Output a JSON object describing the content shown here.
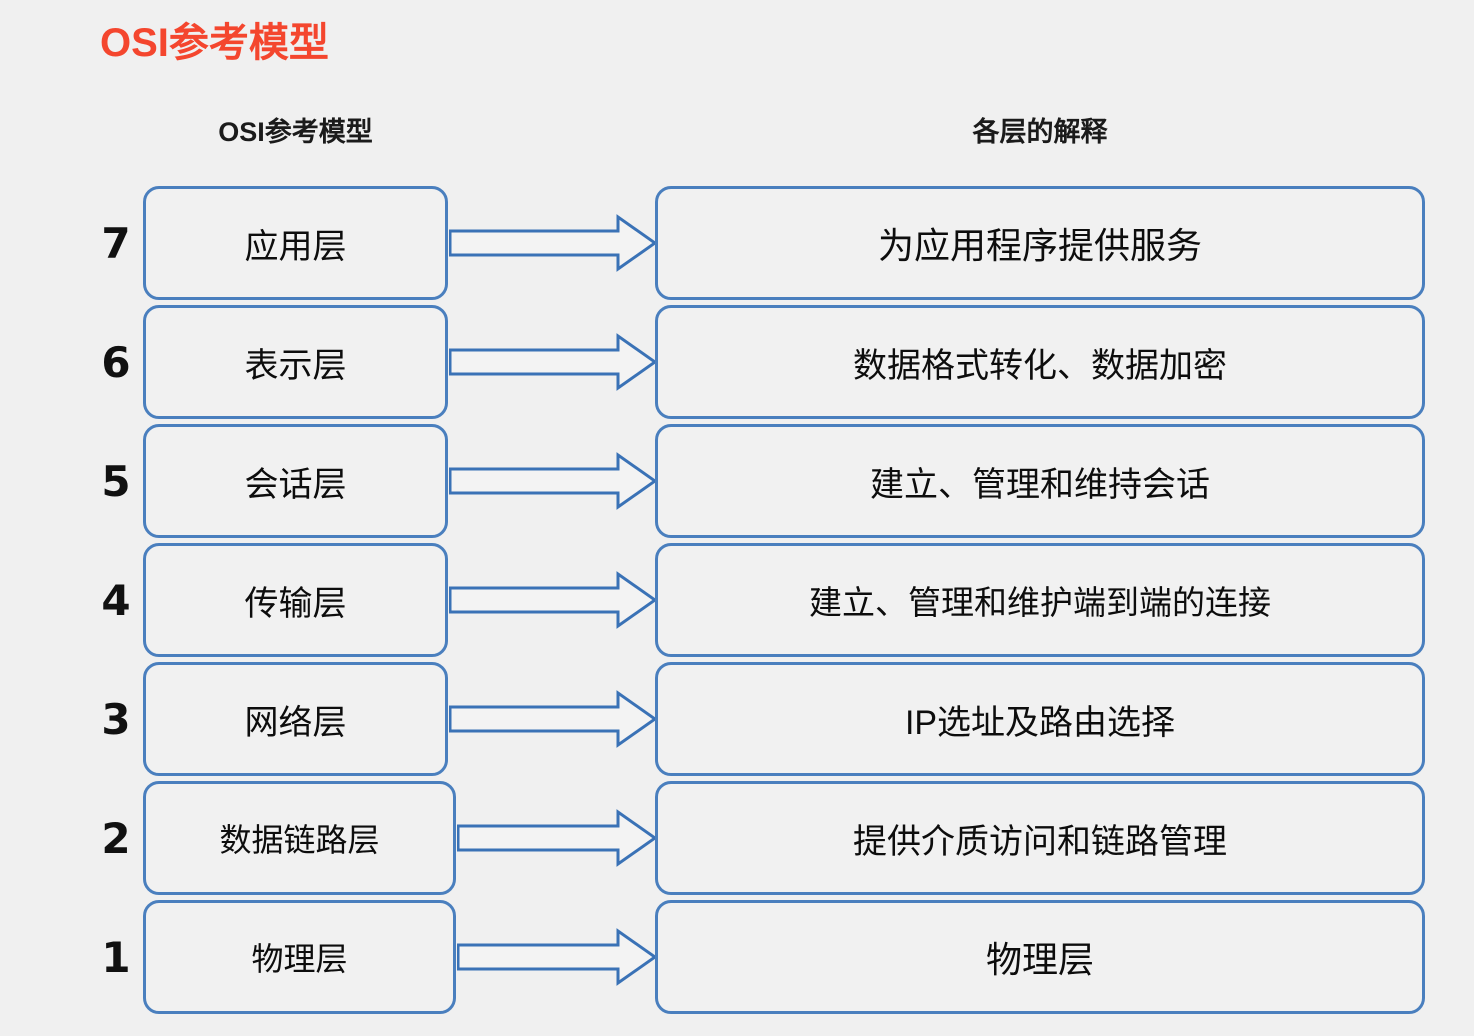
{
  "title": "OSI参考模型",
  "headers": {
    "left": "OSI参考模型",
    "right": "各层的解释"
  },
  "colors": {
    "title": "#f4462e",
    "box_border": "#4a7fbe",
    "box_fill": "#f1f1f1",
    "background": "#f0f0f0",
    "arrow_stroke": "#3a72b6",
    "text": "#0d0d0d"
  },
  "chart_data": {
    "type": "diagram",
    "title": "OSI参考模型",
    "columns": [
      "OSI参考模型",
      "各层的解释"
    ],
    "rows": [
      {
        "number": "7",
        "layer": "应用层",
        "description": "为应用程序提供服务"
      },
      {
        "number": "6",
        "layer": "表示层",
        "description": "数据格式转化、数据加密"
      },
      {
        "number": "5",
        "layer": "会话层",
        "description": "建立、管理和维持会话"
      },
      {
        "number": "4",
        "layer": "传输层",
        "description": "建立、管理和维护端到端的连接"
      },
      {
        "number": "3",
        "layer": "网络层",
        "description": "IP选址及路由选择"
      },
      {
        "number": "2",
        "layer": "数据链路层",
        "description": "提供介质访问和链路管理"
      },
      {
        "number": "1",
        "layer": "物理层",
        "description": "物理层"
      }
    ]
  }
}
